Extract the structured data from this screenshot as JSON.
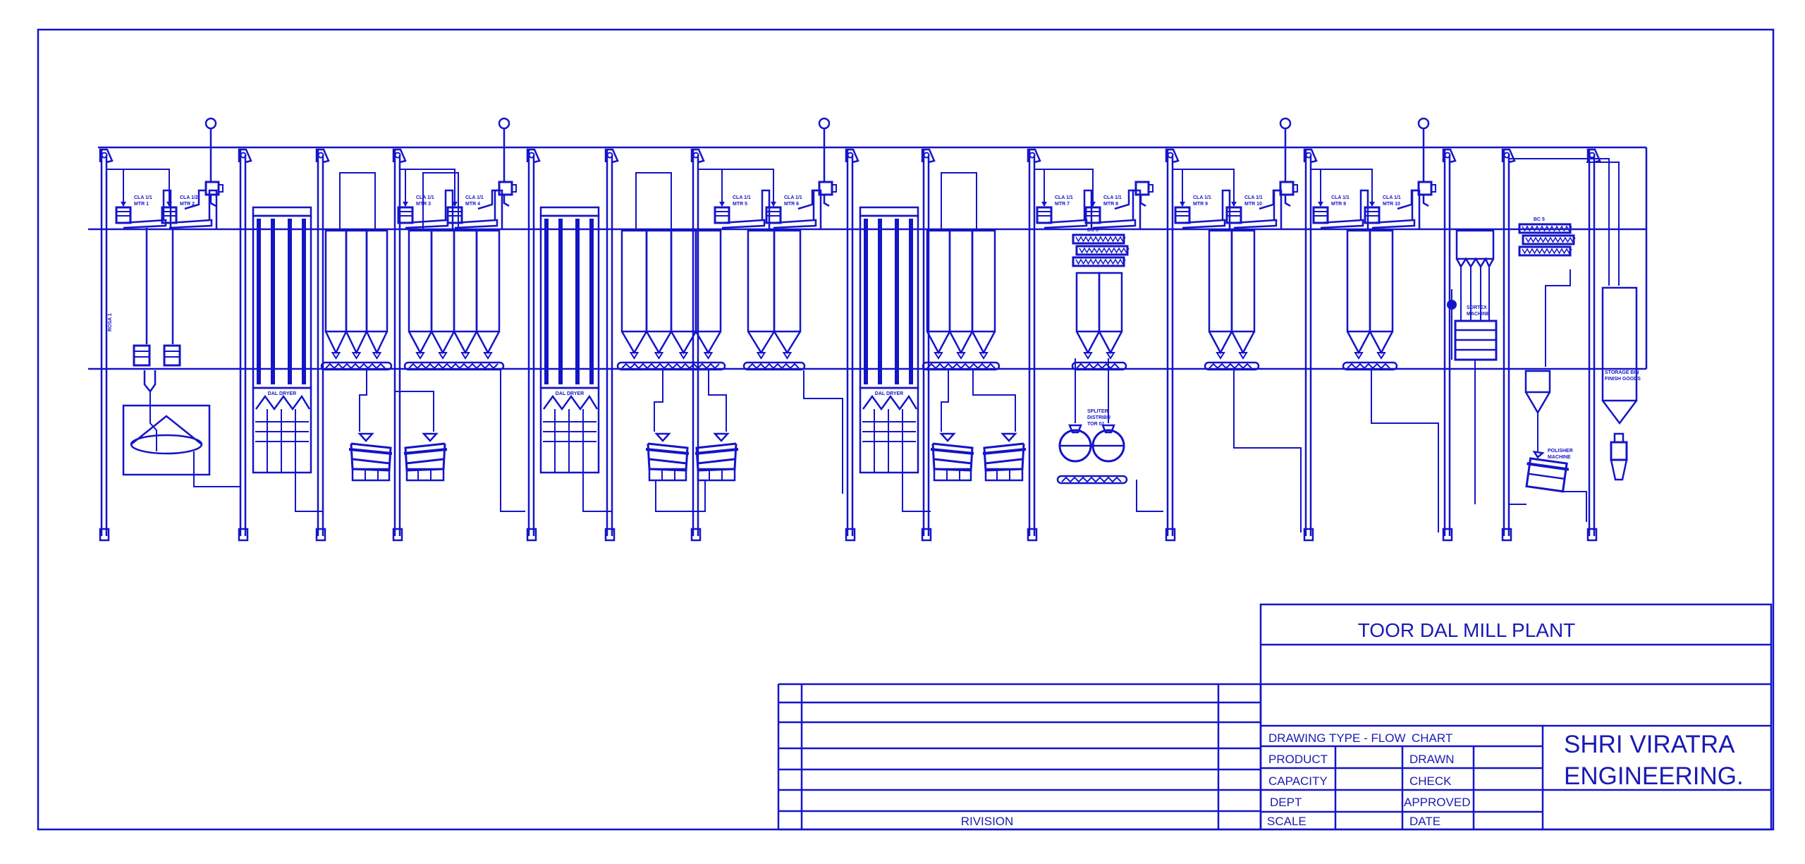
{
  "title_block": {
    "title": "TOOR DAL MILL PLANT",
    "drawing_type_line1": "DRAWING TYPE - FLOW",
    "drawing_type_line2": "CHART",
    "product": "PRODUCT",
    "capacity": "CAPACITY",
    "dept": "DEPT",
    "scale": "SCALE",
    "drawn": "DRAWN",
    "check": "CHECK",
    "approved": "APPROVED",
    "date": "DATE",
    "company_line1": "SHRI VIRATRA",
    "company_line2": "ENGINEERING."
  },
  "revision": {
    "label": "RIVISION"
  },
  "diagram": {
    "cleaners": [
      {
        "line1": "CLA 1/1",
        "line2": "MTR 1"
      },
      {
        "line1": "CLA 1/2",
        "line2": "MTR 2"
      },
      {
        "line1": "CLA 1/1",
        "line2": "MTR 3"
      },
      {
        "line1": "CLA 1/1",
        "line2": "MTR 4"
      },
      {
        "line1": "CLA 1/1",
        "line2": "MTR 5"
      },
      {
        "line1": "CLA 1/1",
        "line2": "MTR 6"
      },
      {
        "line1": "CLA 1/1",
        "line2": "MTR 7"
      },
      {
        "line1": "CLA 1/1",
        "line2": "MTR 8"
      },
      {
        "line1": "CLA 1/1",
        "line2": "MTR 9"
      },
      {
        "line1": "CLA 1/1",
        "line2": "MTR 10"
      },
      {
        "line1": "CLA 1/1",
        "line2": "MTR 9"
      },
      {
        "line1": "CLA 1/1",
        "line2": "MTR 10"
      }
    ],
    "dryer_label": "DAL DRYER",
    "rosa_label": "ROSA 1",
    "bc_label": "BC 5",
    "splitter": {
      "line1": "SPLITER",
      "line2": "DISTRIBU",
      "line3": "TOR 01"
    },
    "sortex": {
      "line1": "SORTEX",
      "line2": "MACHINE"
    },
    "polisher": {
      "line1": "POLISHER",
      "line2": "MACHINE"
    },
    "storage": {
      "line1": "STORAGE BIN",
      "line2": "FINISH GOODS"
    }
  },
  "colors": {
    "line": "#1414c8"
  }
}
